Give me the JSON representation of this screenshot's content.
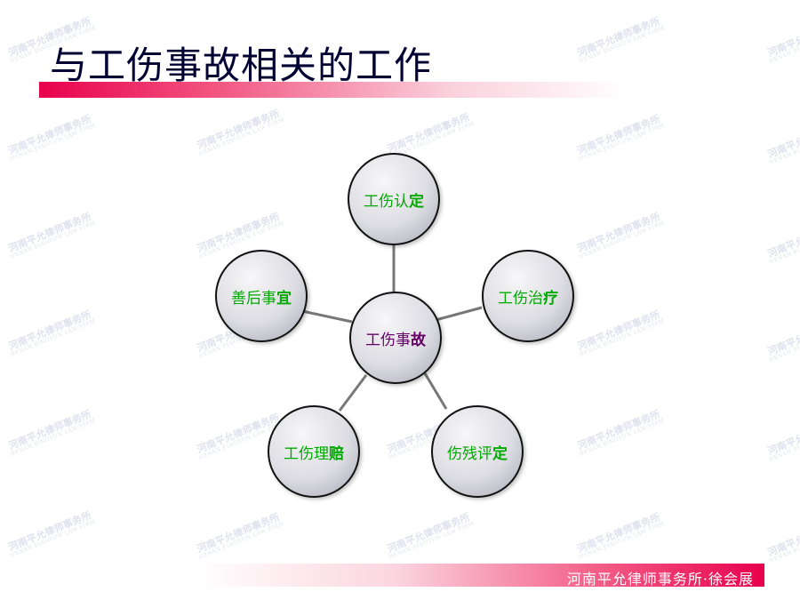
{
  "slide": {
    "title": "与工伤事故相关的工作",
    "footer": "河南平允律师事务所·徐会展"
  },
  "watermark": {
    "name": "河南平允律师事务所",
    "sub": "HENAN PINGYUN LAW FIRM"
  },
  "diagram": {
    "center": {
      "head": "工伤事",
      "last": "故"
    },
    "nodes": [
      {
        "head": "工伤认",
        "last": "定"
      },
      {
        "head": "工伤治",
        "last": "疗"
      },
      {
        "head": "伤残评",
        "last": "定"
      },
      {
        "head": "工伤理",
        "last": "赔"
      },
      {
        "head": "善后事",
        "last": "宜"
      }
    ]
  },
  "colors": {
    "title": "#000033",
    "accent": "#e8004d",
    "node_text": "#00aa00",
    "center_text": "#660066"
  }
}
